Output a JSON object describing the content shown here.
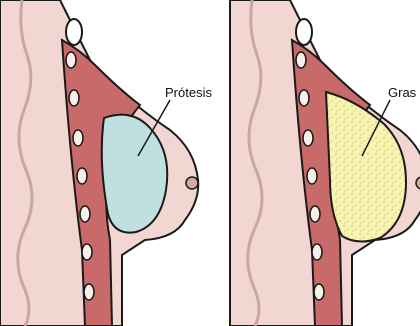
{
  "panels": [
    {
      "label": "Prótesis",
      "fill_kind": "implant"
    },
    {
      "label": "Gras",
      "fill_kind": "fat"
    }
  ],
  "colors": {
    "skin": "#f2d6d2",
    "skin_outline": "#1a1a1a",
    "muscle": "#c96a6a",
    "rib": "#f7f0ea",
    "implant": "#bfe0df",
    "fat": "#f7f4b4",
    "fat_texture": "#d9d27a",
    "nipple": "#d7a9a0"
  }
}
